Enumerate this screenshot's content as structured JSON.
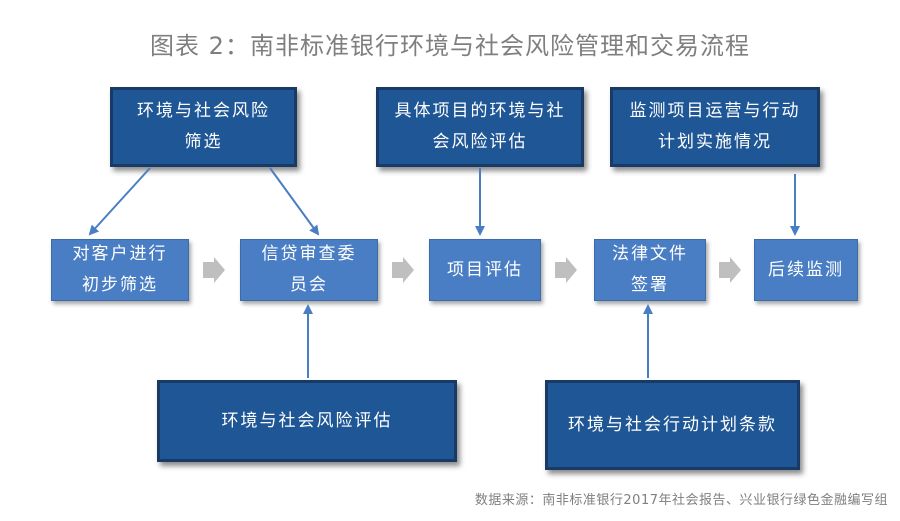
{
  "title": "图表 2：南非标准银行环境与社会风险管理和交易流程",
  "top_boxes": {
    "screening": "环境与社会风险筛选",
    "project_assessment": "具体项目的环境与社会风险评估",
    "monitoring": "监测项目运营与行动计划实施情况"
  },
  "process_steps": {
    "initial_screening": "对客户进行初步筛选",
    "credit_committee": "信贷审查委员会",
    "project_evaluation": "项目评估",
    "legal_documents": "法律文件签署",
    "follow_up": "后续监测"
  },
  "bottom_boxes": {
    "risk_assessment": "环境与社会风险评估",
    "action_plan": "环境与社会行动计划条款"
  },
  "colors": {
    "dark_box": "#1f5695",
    "light_box": "#4a7ec4",
    "arrow": "#4a7ec4",
    "chevron": "#bfbfbf"
  },
  "source": "数据来源：南非标准银行2017年社会报告、兴业银行绿色金融编写组"
}
